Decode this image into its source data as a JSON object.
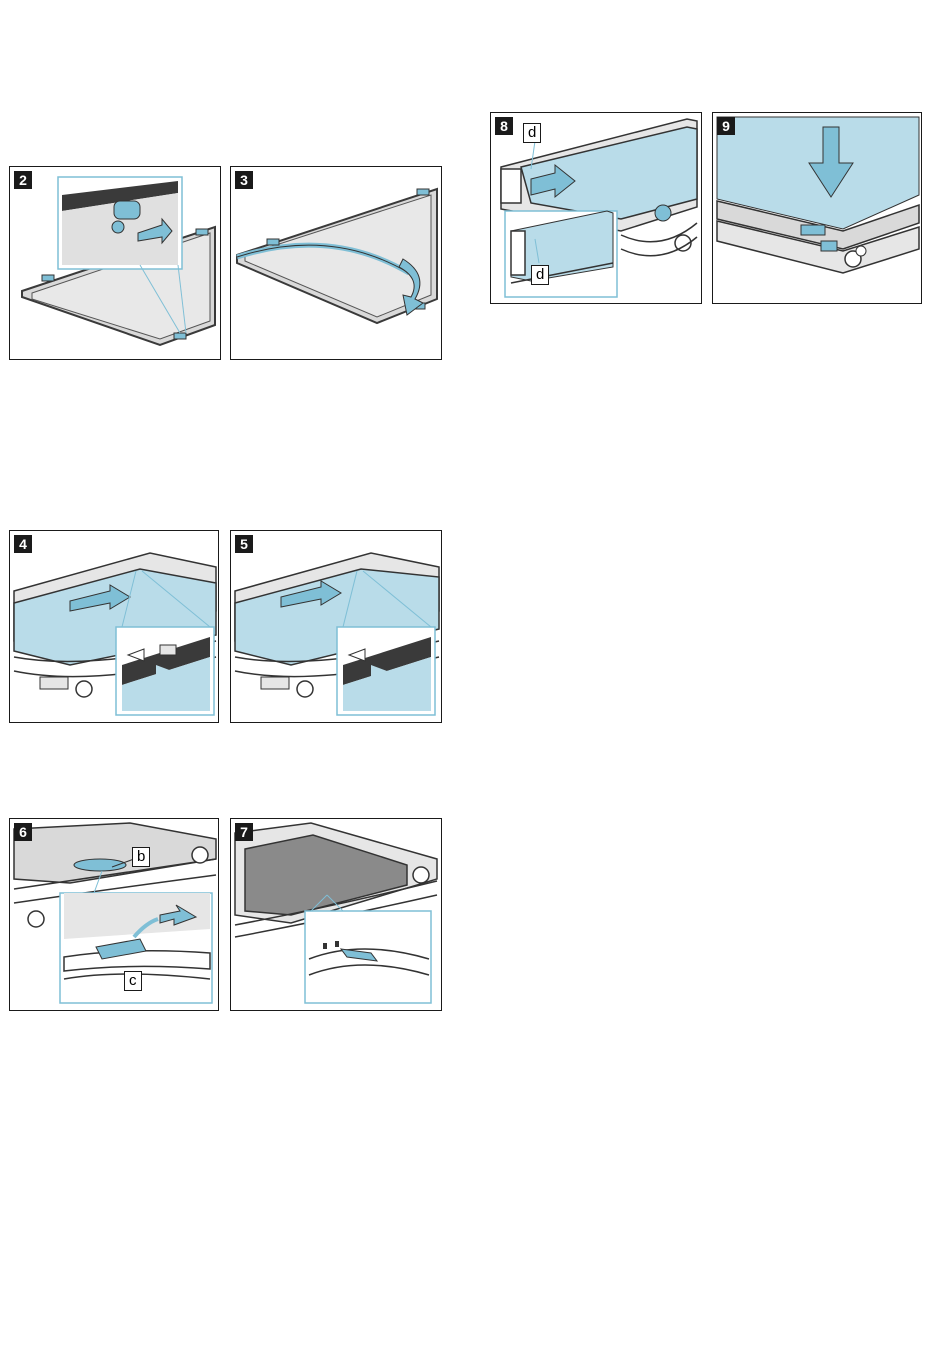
{
  "colors": {
    "accent_blue": "#7fbfd6",
    "glass_blue": "#b9dce9",
    "frame_grey": "#d9d9d9",
    "dark_frame": "#3a3a3a",
    "badge": "#1a1a1a"
  },
  "panels": [
    {
      "step": "2",
      "labels": []
    },
    {
      "step": "3",
      "labels": []
    },
    {
      "step": "4",
      "labels": []
    },
    {
      "step": "5",
      "labels": []
    },
    {
      "step": "6",
      "labels": [
        "b",
        "c"
      ]
    },
    {
      "step": "7",
      "labels": []
    },
    {
      "step": "8",
      "labels": [
        "d",
        "d"
      ]
    },
    {
      "step": "9",
      "labels": []
    }
  ]
}
